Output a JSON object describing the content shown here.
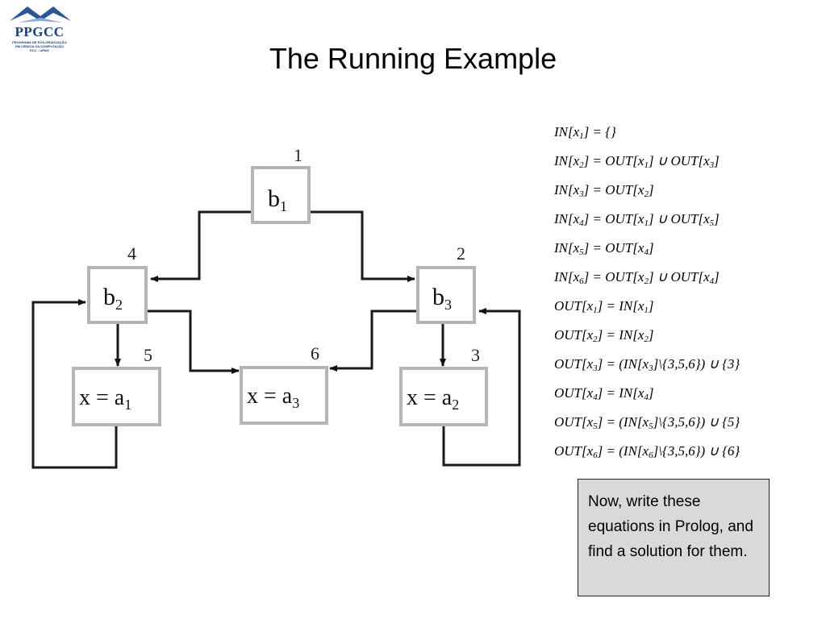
{
  "logo": {
    "name": "PPGCC",
    "line1": "PROGRAMA DE PÓS-GRADUAÇÃO",
    "line2": "EM CIÊNCIA DA COMPUTAÇÃO",
    "line3": "DCC - UFMG"
  },
  "title": "The Running Example",
  "diagram": {
    "nodes": [
      {
        "id": "n1",
        "number": "1",
        "var": "b",
        "sub": "1"
      },
      {
        "id": "n4",
        "number": "4",
        "var": "b",
        "sub": "2"
      },
      {
        "id": "n2",
        "number": "2",
        "var": "b",
        "sub": "3"
      },
      {
        "id": "n5",
        "number": "5",
        "var": "x = a",
        "sub": "1"
      },
      {
        "id": "n6",
        "number": "6",
        "var": "x = a",
        "sub": "3"
      },
      {
        "id": "n3",
        "number": "3",
        "var": "x = a",
        "sub": "2"
      }
    ]
  },
  "equations": [
    {
      "parts": [
        "IN[x",
        "1",
        "] = {}"
      ]
    },
    {
      "parts": [
        "IN[x",
        "2",
        "] = OUT[x",
        "1",
        "] ∪ OUT[x",
        "3",
        "]"
      ]
    },
    {
      "parts": [
        "IN[x",
        "3",
        "] = OUT[x",
        "2",
        "]"
      ]
    },
    {
      "parts": [
        "IN[x",
        "4",
        "] = OUT[x",
        "1",
        "] ∪ OUT[x",
        "5",
        "]"
      ]
    },
    {
      "parts": [
        "IN[x",
        "5",
        "] = OUT[x",
        "4",
        "]"
      ]
    },
    {
      "parts": [
        "IN[x",
        "6",
        "] = OUT[x",
        "2",
        "] ∪ OUT[x",
        "4",
        "]"
      ]
    },
    {
      "parts": [
        "OUT[x",
        "1",
        "] = IN[x",
        "1",
        "]"
      ]
    },
    {
      "parts": [
        "OUT[x",
        "2",
        "] = IN[x",
        "2",
        "]"
      ]
    },
    {
      "parts": [
        "OUT[x",
        "3",
        "] = (IN[x",
        "3",
        "]\\{3,5,6}) ∪ {3}"
      ]
    },
    {
      "parts": [
        "OUT[x",
        "4",
        "] = IN[x",
        "4",
        "]"
      ]
    },
    {
      "parts": [
        "OUT[x",
        "5",
        "] = (IN[x",
        "5",
        "]\\{3,5,6}) ∪ {5}"
      ]
    },
    {
      "parts": [
        "OUT[x",
        "6",
        "] = (IN[x",
        "6",
        "]\\{3,5,6}) ∪ {6}"
      ]
    }
  ],
  "note": "Now, write these equations in Prolog, and find a solution for them."
}
